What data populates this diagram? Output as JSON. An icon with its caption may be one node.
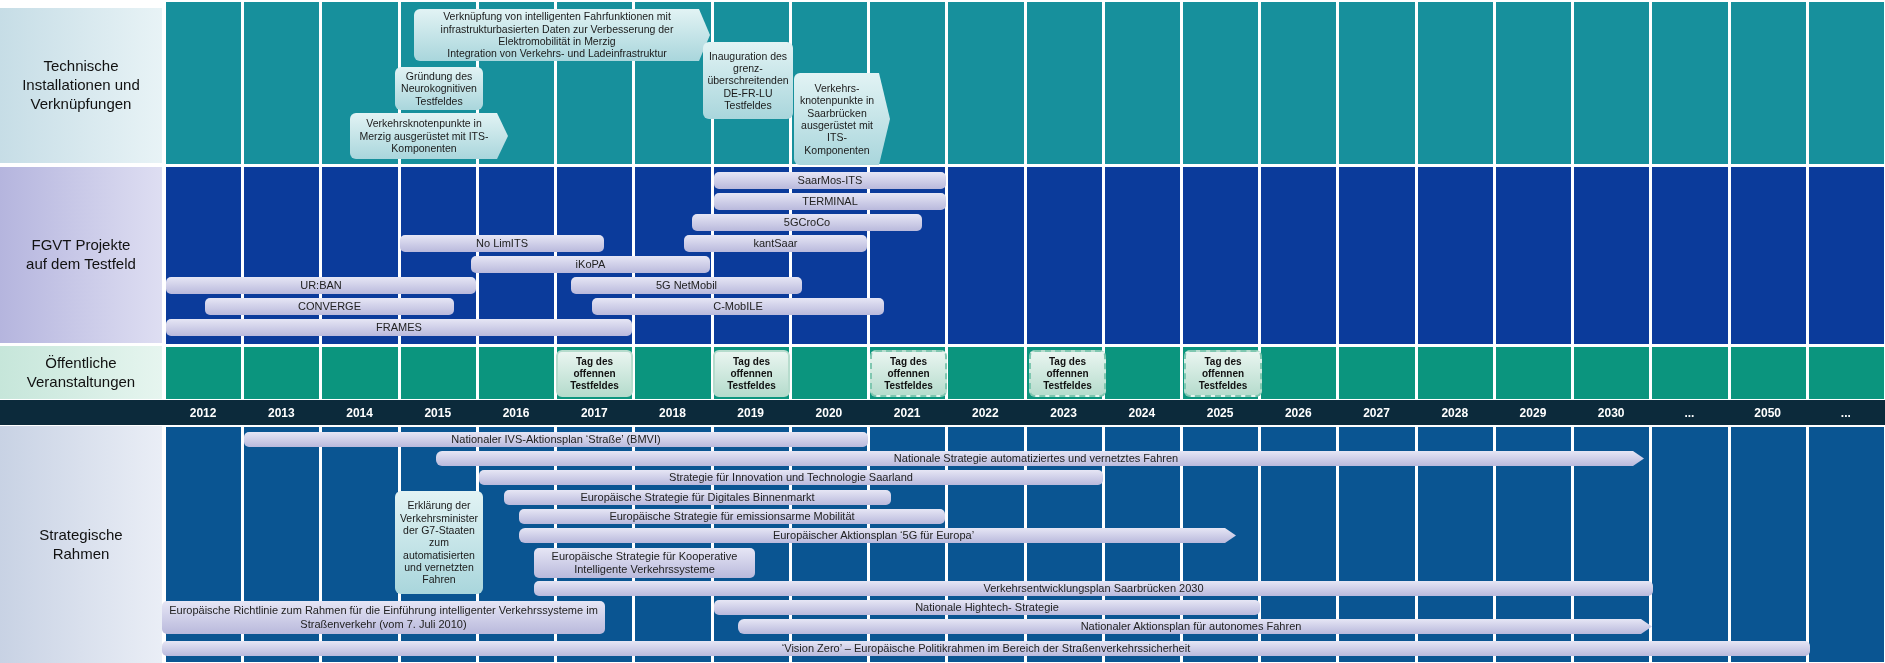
{
  "diagram": {
    "nodes": [
      {
        "text": [
          "Technische Installationen und Verknüpfungen"
        ]
      },
      {
        "text": [
          "Verknüpfung von intelligenten Fahrfunktionen mit infrastrukturbasierten Daten zur Verbesserung der Elektromobilität in Merzig",
          "Integration von Verkehrs- und Ladeinfrastruktur"
        ]
      },
      {
        "text": [
          "Inauguration des grenz- überschreitenden DE-FR-LU Testfeldes"
        ]
      },
      {
        "text": [
          "Gründung des Neurokognitiven Testfeldes"
        ]
      },
      {
        "text": [
          "Verkehrs- knotenpunkte in Saarbrücken ausgerüstet mit ITS- Komponenten"
        ]
      },
      {
        "text": [
          "Verkehrsknotenpunkte in Merzig ausgerüstet mit ITS-Komponenten"
        ]
      },
      {
        "text": [
          "FGVT Projekte auf dem Testfeld"
        ]
      },
      {
        "text": [
          "SaarMos-ITS"
        ]
      },
      {
        "text": [
          "TERMINAL"
        ]
      },
      {
        "text": [
          "5GCroCo"
        ]
      },
      {
        "text": [
          "No LimITS"
        ]
      },
      {
        "text": [
          "kantSaar"
        ]
      },
      {
        "text": [
          "iKoPA"
        ]
      },
      {
        "text": [
          "UR:BAN"
        ]
      },
      {
        "text": [
          "5G NetMobil"
        ]
      },
      {
        "text": [
          "CONVERGE"
        ]
      },
      {
        "text": [
          "C-MobILE"
        ]
      },
      {
        "text": [
          "FRAMES"
        ]
      },
      {
        "text": [
          "Öffentliche Veranstaltungen"
        ]
      },
      {
        "text": [
          "Tag des offennen Testfeldes"
        ]
      },
      {
        "text": [
          "Tag des offennen Testfeldes"
        ]
      },
      {
        "text": [
          "Tag des offennen Testfeldes"
        ]
      },
      {
        "text": [
          "Tag des offennen Testfeldes"
        ]
      },
      {
        "text": [
          "Tag des offennen Testfeldes"
        ]
      },
      {
        "text": [
          "Strategische Rahmen"
        ]
      },
      {
        "text": [
          "Nationaler IVS-Aktionsplan ‘Straße’ (BMVI)"
        ]
      },
      {
        "text": [
          "Nationale Strategie automatiziertes und vernetztes Fahren"
        ]
      },
      {
        "text": [
          "Strategie für Innovation und Technologie Saarland"
        ]
      },
      {
        "text": [
          "Europäische Strategie für Digitales Binnenmarkt"
        ]
      },
      {
        "text": [
          "Erklärung der Verkehrsminister der G7-Staaten zum automatisierten und vernetzten Fahren"
        ]
      },
      {
        "text": [
          "Europäische Strategie für emissionsarme Mobilität"
        ]
      },
      {
        "text": [
          "Europäischer Aktionsplan ‘5G für Europa’"
        ]
      },
      {
        "text": [
          "Europäische Strategie für Kooperative Intelligente Verkehrssysteme"
        ]
      },
      {
        "text": [
          "Verkehrsentwicklungsplan Saarbrücken 2030"
        ]
      },
      {
        "text": [
          "Europäische Richtlinie zum Rahmen für die Einführung intelligenter Verkehrssysteme im Straßenverkehr (vom 7. Juli 2010)"
        ]
      },
      {
        "text": [
          "Nationale Hightech- Strategie"
        ]
      },
      {
        "text": [
          "Nationaler Aktionsplan für autonomes Fahren"
        ]
      },
      {
        "text": [
          "‘Vision Zero’ – Europäische Politikrahmen im Bereich der Straßenverkehrssicherheit"
        ]
      }
    ],
    "edges": [],
    "labels": [
      "2012",
      "2013",
      "2014",
      "2015",
      "2016",
      "2017",
      "2018",
      "2019",
      "2020",
      "2021",
      "2022",
      "2023",
      "2024",
      "2025",
      "2026",
      "2027",
      "2028",
      "2029",
      "2030",
      "...",
      "2050",
      "..."
    ]
  }
}
